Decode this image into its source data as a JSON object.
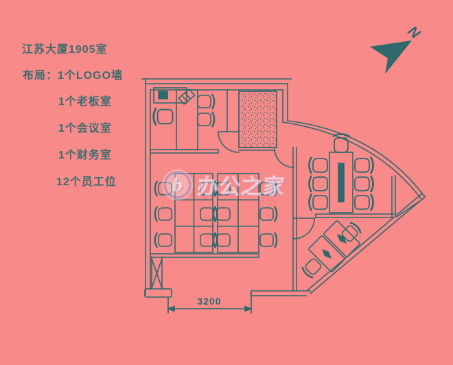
{
  "colors": {
    "background": "#f88a8a",
    "line": "#2d696d",
    "text": "#3c6c6e",
    "watermark_purple": "rgba(136,126,200,0.5)"
  },
  "annotation": {
    "title": "江苏大厦1905室",
    "layout_line": "布局：1个LOGO墙",
    "items": [
      "1个老板室",
      "1个会议室",
      "1个财务室",
      "12个员工位"
    ]
  },
  "watermark": {
    "logo_letter": "b",
    "text": "办公之家"
  },
  "plan": {
    "dimension_label": "3200",
    "compass_label": "N"
  },
  "icons": {
    "north_arrow": "dart-arrow-pointing-northeast",
    "printer": "printer-on-side-cabinet",
    "logo_wall": "speckled-hatch-wall-block",
    "door": "quarter-circle-door-swing",
    "column": "x-braced-structural-column"
  }
}
